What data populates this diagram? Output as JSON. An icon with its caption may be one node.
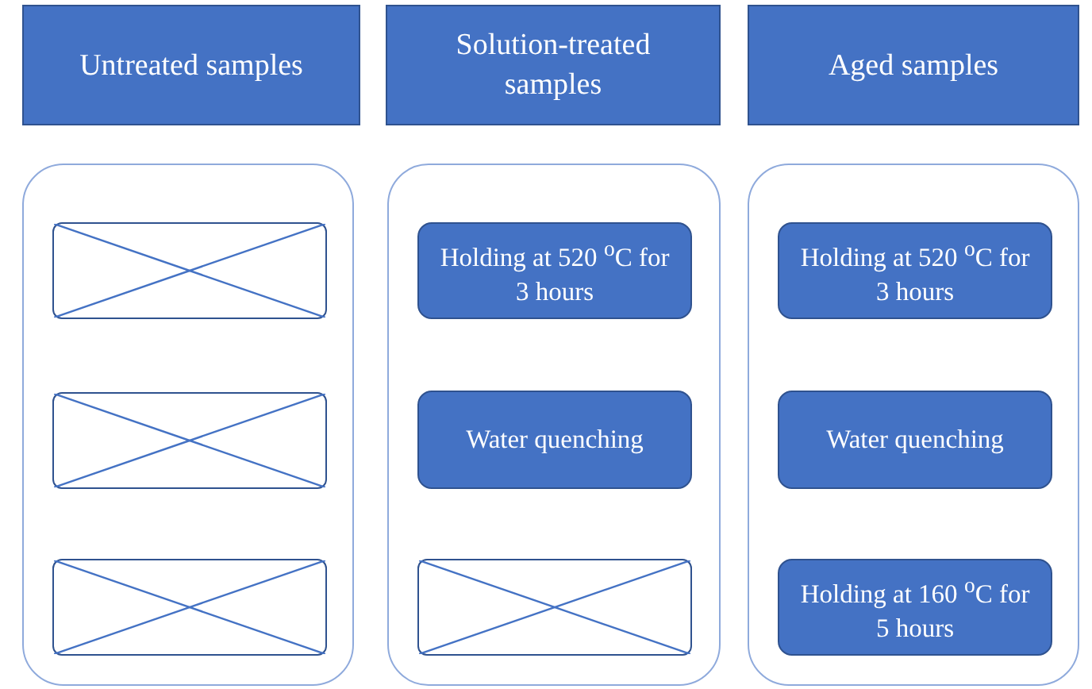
{
  "diagram": {
    "nodes": [
      {
        "text": [
          "Untreated samples"
        ]
      },
      {
        "text": [
          "Solution-treated samples"
        ]
      },
      {
        "text": [
          "Aged samples"
        ]
      },
      {
        "text": [],
        "shape": "box"
      },
      {
        "text": [],
        "shape": "box",
        "in": 3
      },
      {
        "text": [],
        "shape": "box",
        "in": 3
      },
      {
        "text": [],
        "shape": "box",
        "in": 3
      },
      {
        "text": [],
        "shape": "box"
      },
      {
        "text": [
          "Holding at 520 $^{o}$C for 3 hours"
        ],
        "in": 7
      },
      {
        "text": [
          "Water quenching"
        ],
        "in": 7
      },
      {
        "text": [],
        "shape": "box",
        "in": 7
      },
      {
        "text": [],
        "shape": "box"
      },
      {
        "text": [
          "Holding at 520 $^{o}$C for 3 hours"
        ],
        "in": 11
      },
      {
        "text": [
          "Water quenching"
        ],
        "in": 11
      },
      {
        "text": [
          "Holding at 160 $^{o}$C for 5 hours"
        ],
        "in": 11
      }
    ],
    "edges": []
  }
}
